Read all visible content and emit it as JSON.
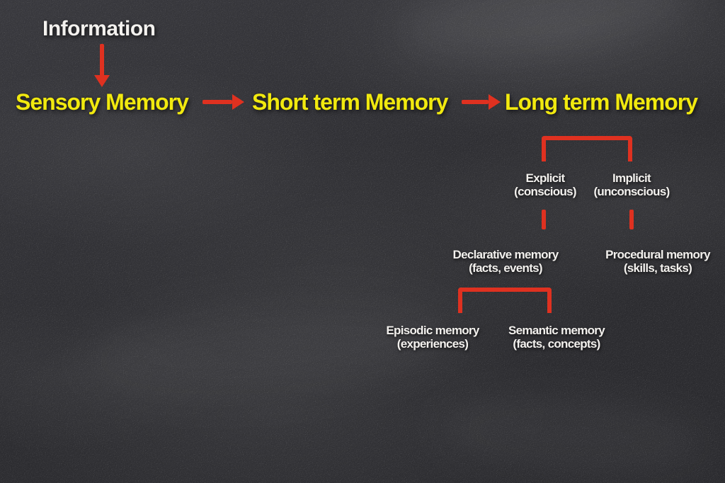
{
  "colors": {
    "yellow": "#f1e90f",
    "red": "#df3120",
    "white": "#f3f1ee",
    "board": "#2e2e33"
  },
  "flow": {
    "information": "Information",
    "sensory": "Sensory Memory",
    "short_term": "Short term Memory",
    "long_term": "Long term Memory"
  },
  "branches": {
    "explicit": {
      "label": "Explicit",
      "sub": "(conscious)"
    },
    "implicit": {
      "label": "Implicit",
      "sub": "(unconscious)"
    },
    "declarative": {
      "label": "Declarative memory",
      "sub": "(facts, events)"
    },
    "procedural": {
      "label": "Procedural memory",
      "sub": "(skills, tasks)"
    },
    "episodic": {
      "label": "Episodic memory",
      "sub": "(experiences)"
    },
    "semantic": {
      "label": "Semantic memory",
      "sub": "(facts, concepts)"
    }
  }
}
